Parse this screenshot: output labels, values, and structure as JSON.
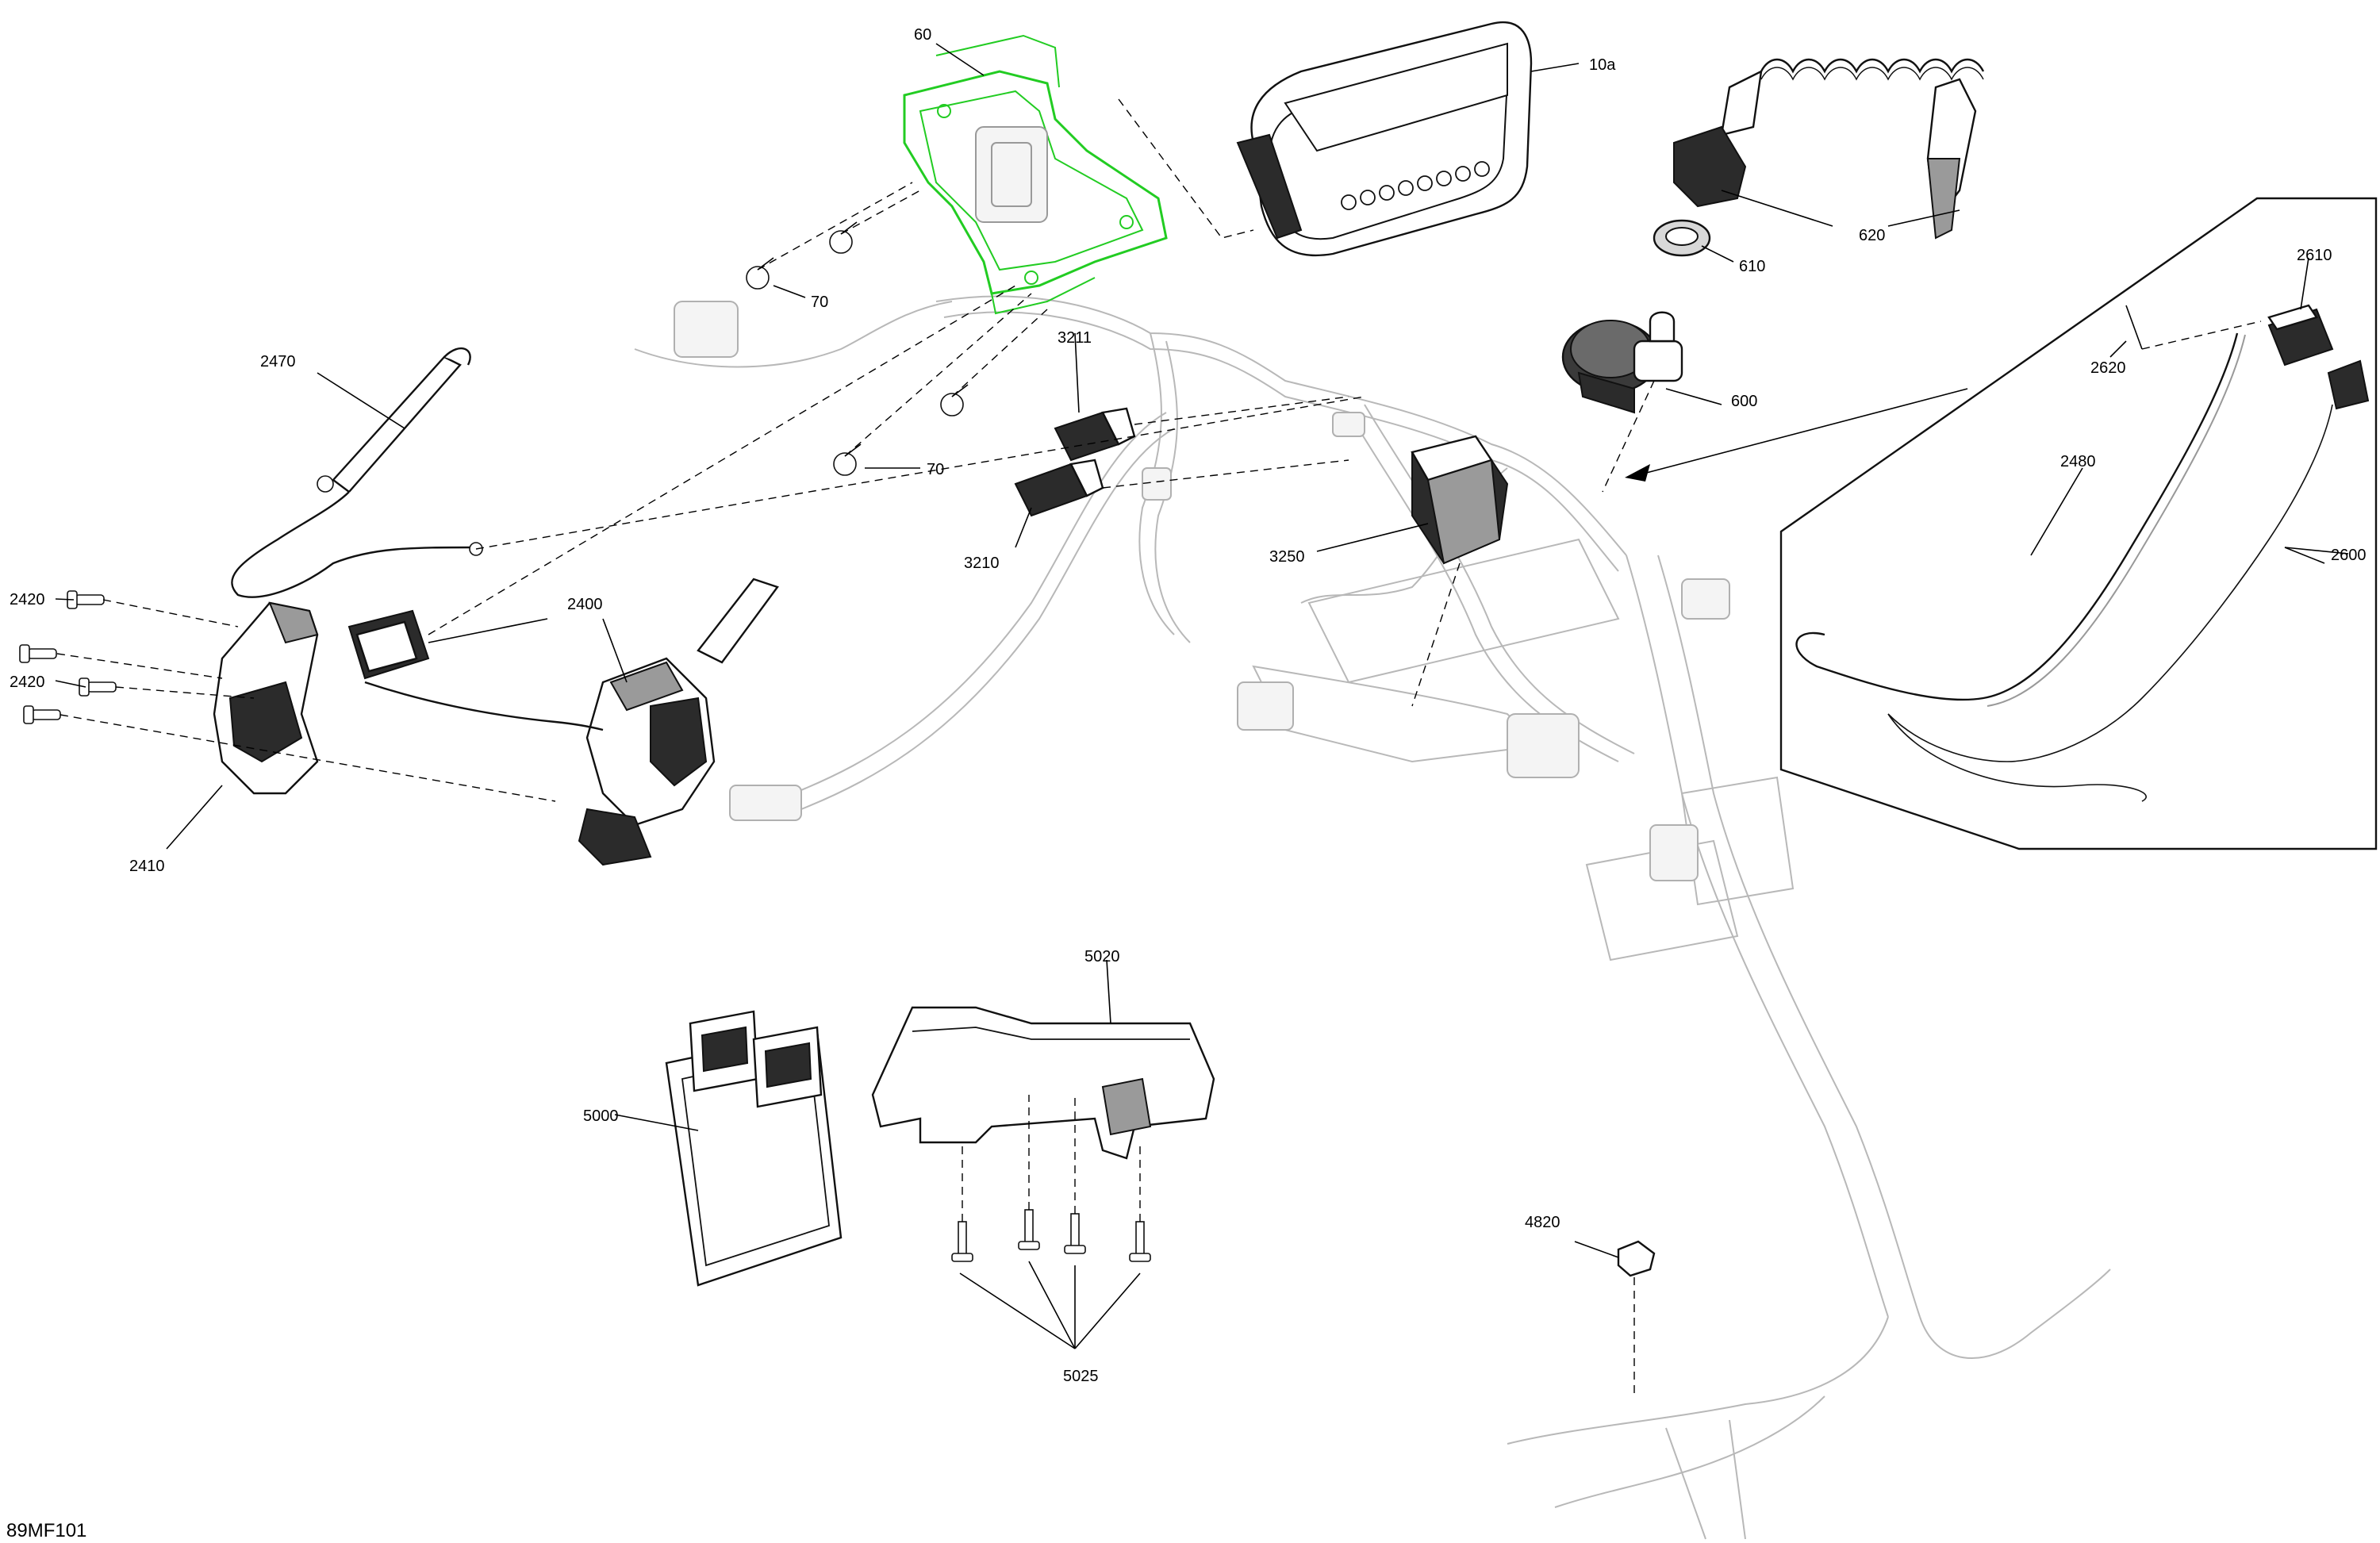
{
  "diagram_id": "89MF101",
  "colors": {
    "highlight": "#22cc22",
    "line": "#000000",
    "ghost": "#b8b8b8"
  },
  "callouts": {
    "c60": "60",
    "c10a": "10a",
    "c620": "620",
    "c610": "610",
    "c600": "600",
    "c70a": "70",
    "c70b": "70",
    "c3211": "3211",
    "c3210": "3210",
    "c3250": "3250",
    "c2470": "2470",
    "c2400": "2400",
    "c2420a": "2420",
    "c2420b": "2420",
    "c2410": "2410",
    "c2610": "2610",
    "c2620": "2620",
    "c2480": "2480",
    "c2600": "2600",
    "c5020": "5020",
    "c5000": "5000",
    "c5025": "5025",
    "c4820": "4820"
  }
}
